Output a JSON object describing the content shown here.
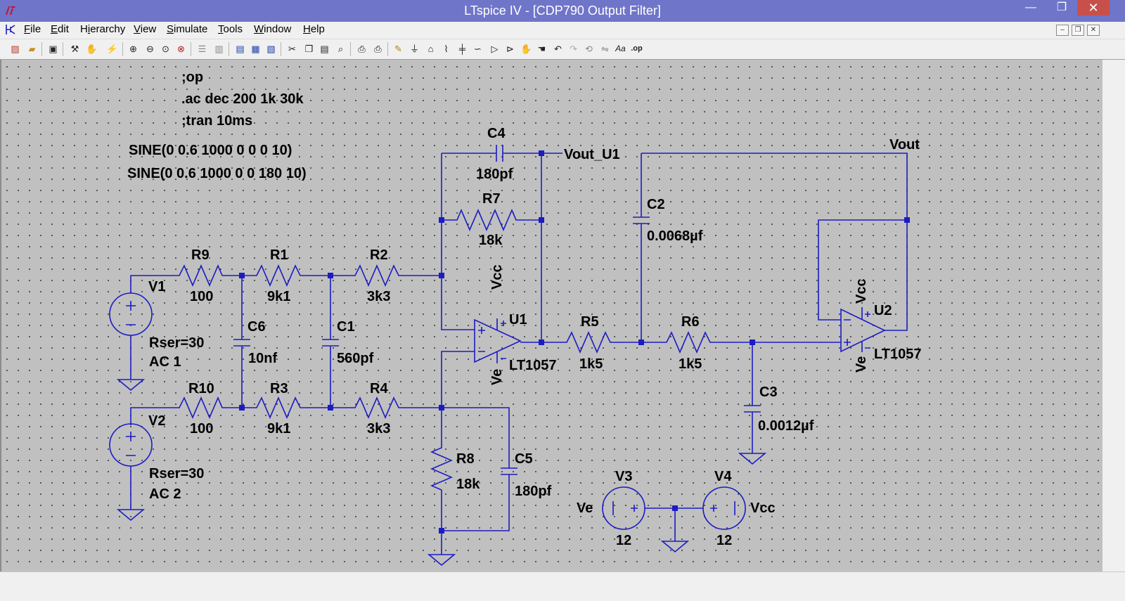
{
  "window": {
    "title": "LTspice IV - [CDP790 Output Filter]",
    "minimize": "—",
    "maximize": "❐",
    "close": "✕"
  },
  "menu": {
    "items": [
      {
        "label": "File",
        "accel": "F",
        "rest": "ile"
      },
      {
        "label": "Edit",
        "accel": "E",
        "rest": "dit"
      },
      {
        "label": "Hierarchy",
        "accel": "i",
        "pre": "H",
        "rest": "erarchy"
      },
      {
        "label": "View",
        "accel": "V",
        "rest": "iew"
      },
      {
        "label": "Simulate",
        "accel": "S",
        "rest": "imulate"
      },
      {
        "label": "Tools",
        "accel": "T",
        "rest": "ools"
      },
      {
        "label": "Window",
        "accel": "W",
        "rest": "indow"
      },
      {
        "label": "Help",
        "accel": "H",
        "rest": "elp"
      }
    ],
    "mdi_min": "–",
    "mdi_restore": "❐",
    "mdi_close": "✕"
  },
  "toolbar": {
    "icons": [
      "new-schematic-icon",
      "open-icon",
      "save-icon",
      "control-panel-icon",
      "halt-icon",
      "run-icon",
      "zoom-in-icon",
      "zoom-out-icon",
      "zoom-fit-icon",
      "zoom-cancel-icon",
      "tile-horizontal-icon",
      "tile-vertical-icon",
      "cascade-icon",
      "close-all-icon",
      "cut-icon",
      "copy-icon",
      "paste-icon",
      "find-icon",
      "print-preview-icon",
      "print-icon",
      "draw-wire-icon",
      "ground-icon",
      "label-net-icon",
      "resistor-icon",
      "capacitor-icon",
      "inductor-icon",
      "diode-icon",
      "component-icon",
      "move-icon",
      "drag-icon",
      "undo-icon",
      "redo-icon",
      "rotate-icon",
      "mirror-icon",
      "text-icon",
      "spice-directive-icon"
    ],
    "text_icon": "Aa",
    "op_icon": ".op"
  },
  "schematic": {
    "directives": {
      "op": ";op",
      "ac": ".ac dec 200 1k 30k",
      "tran": ";tran 10ms"
    },
    "sine1": "SINE(0 0.6 1000 0 0 0 10)",
    "sine2": "SINE(0 0.6 1000 0 0 180 10)",
    "V1": {
      "name": "V1",
      "rser": "Rser=30",
      "ac": "AC 1"
    },
    "V2": {
      "name": "V2",
      "rser": "Rser=30",
      "ac": "AC 2"
    },
    "V3": {
      "name": "V3",
      "value": "12",
      "net": "Ve"
    },
    "V4": {
      "name": "V4",
      "value": "12",
      "net": "Vcc"
    },
    "R9": {
      "name": "R9",
      "value": "100"
    },
    "R1": {
      "name": "R1",
      "value": "9k1"
    },
    "R2": {
      "name": "R2",
      "value": "3k3"
    },
    "R10": {
      "name": "R10",
      "value": "100"
    },
    "R3": {
      "name": "R3",
      "value": "9k1"
    },
    "R4": {
      "name": "R4",
      "value": "3k3"
    },
    "R7": {
      "name": "R7",
      "value": "18k"
    },
    "R8": {
      "name": "R8",
      "value": "18k"
    },
    "R5": {
      "name": "R5",
      "value": "1k5"
    },
    "R6": {
      "name": "R6",
      "value": "1k5"
    },
    "C6": {
      "name": "C6",
      "value": "10nf"
    },
    "C1": {
      "name": "C1",
      "value": "560pf"
    },
    "C4": {
      "name": "C4",
      "value": "180pf"
    },
    "C5": {
      "name": "C5",
      "value": "180pf"
    },
    "C2": {
      "name": "C2",
      "value": "0.0068µf"
    },
    "C3": {
      "name": "C3",
      "value": "0.0012µf"
    },
    "U1": {
      "name": "U1",
      "model": "LT1057",
      "vcc": "Vcc",
      "ve": "Ve"
    },
    "U2": {
      "name": "U2",
      "model": "LT1057",
      "vcc": "Vcc",
      "ve": "Ve"
    },
    "nets": {
      "vout_u1": "Vout_U1",
      "vout": "Vout"
    }
  },
  "colors": {
    "wire": "#1c1cc2",
    "canvas": "#c0c0c0",
    "titlebar": "#6f75c9"
  }
}
